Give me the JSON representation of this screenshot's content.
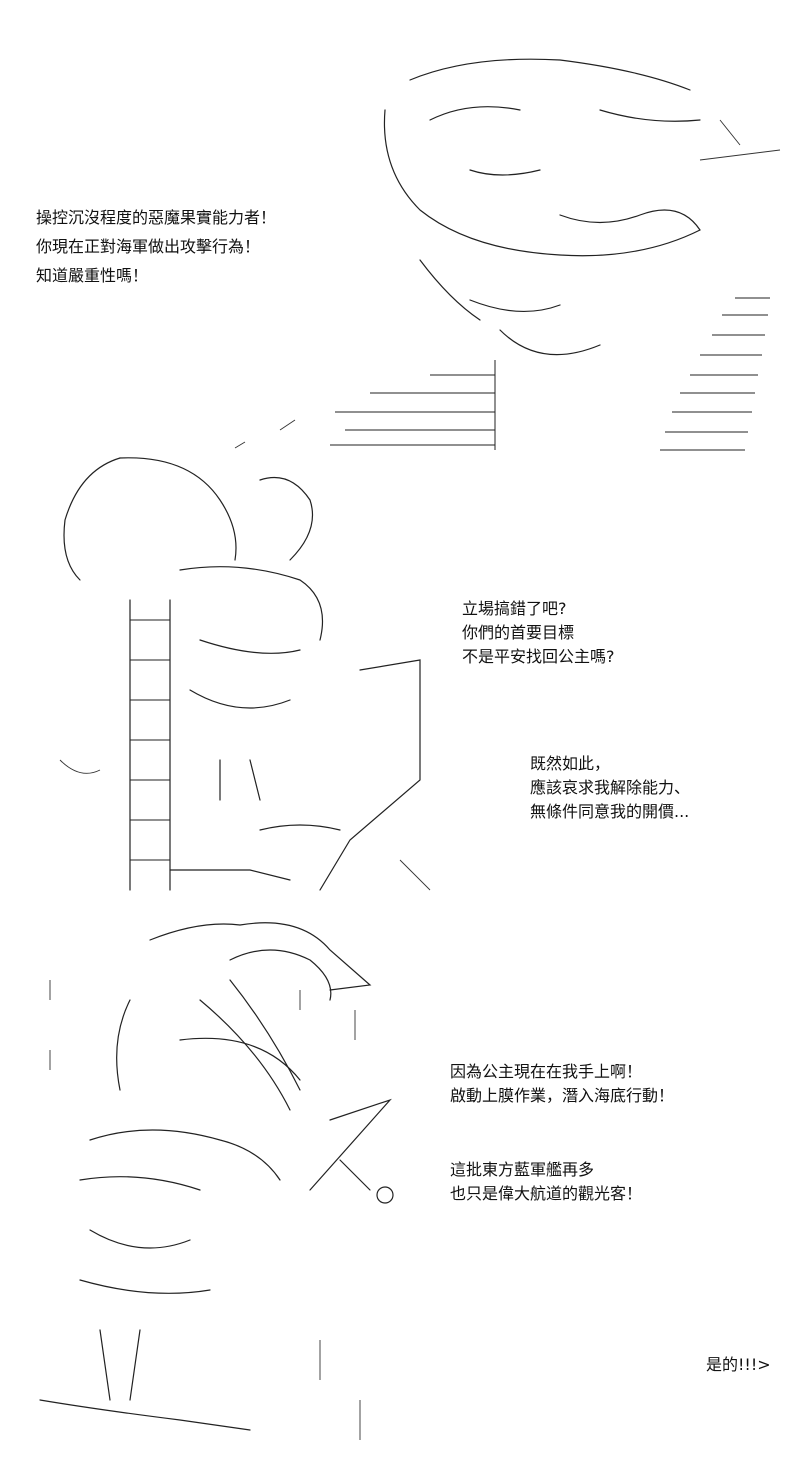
{
  "panels": [
    {
      "lines": [
        "操控沉沒程度的惡魔果實能力者！",
        "你現在正對海軍做出攻擊行為！",
        "知道嚴重性嗎！"
      ]
    },
    {
      "blocks": [
        [
          "立場搞錯了吧?",
          "你們的首要目標",
          "不是平安找回公主嗎?"
        ],
        [
          "既然如此，",
          "應該哀求我解除能力、",
          "無條件同意我的開價..."
        ]
      ]
    },
    {
      "blocks": [
        [
          "因為公主現在在我手上啊！",
          "啟動上膜作業，潛入海底行動！"
        ],
        [
          "這批東方藍軍艦再多",
          "也只是偉大航道的觀光客！"
        ],
        [
          "是的!!!>"
        ]
      ]
    }
  ]
}
